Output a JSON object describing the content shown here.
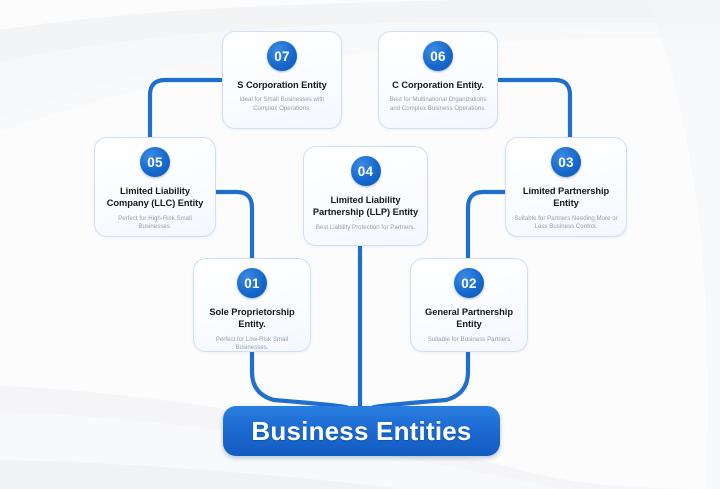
{
  "diagram": {
    "title": "Business Entities",
    "root_label": "Business Entities",
    "accent_color": "#1769cf",
    "badge_color": "#1769cf",
    "connector_color": "#1f6fd0",
    "card_border_color": "#cfe0f5",
    "background_color": "#fbfbfc"
  },
  "cards": [
    {
      "number": "01",
      "title": "Sole Proprietorship Entity.",
      "description": "Perfect for Low-Risk Small Businesses.",
      "name": "sole-proprietorship"
    },
    {
      "number": "02",
      "title": "General Partnership Entity",
      "description": "Suitable for Business Partners",
      "name": "general-partnership"
    },
    {
      "number": "03",
      "title": "Limited Partnership Entity",
      "description": "Suitable for Partners Needing More or Less Business Control.",
      "name": "limited-partnership"
    },
    {
      "number": "04",
      "title": "Limited Liability Partnership (LLP) Entity",
      "description": "Best Liability Protection for Partners.",
      "name": "limited-liability-partnership"
    },
    {
      "number": "05",
      "title": "Limited Liability Company (LLC) Entity",
      "description": "Perfect for High-Risk Small Businesses.",
      "name": "limited-liability-company"
    },
    {
      "number": "06",
      "title": "C Corporation Entity.",
      "description": "Best for Multinational Organizations and Complex Business Operations.",
      "name": "c-corporation"
    },
    {
      "number": "07",
      "title": "S Corporation Entity",
      "description": "Ideal for Small Businesses with Complex Operations.",
      "name": "s-corporation"
    }
  ]
}
